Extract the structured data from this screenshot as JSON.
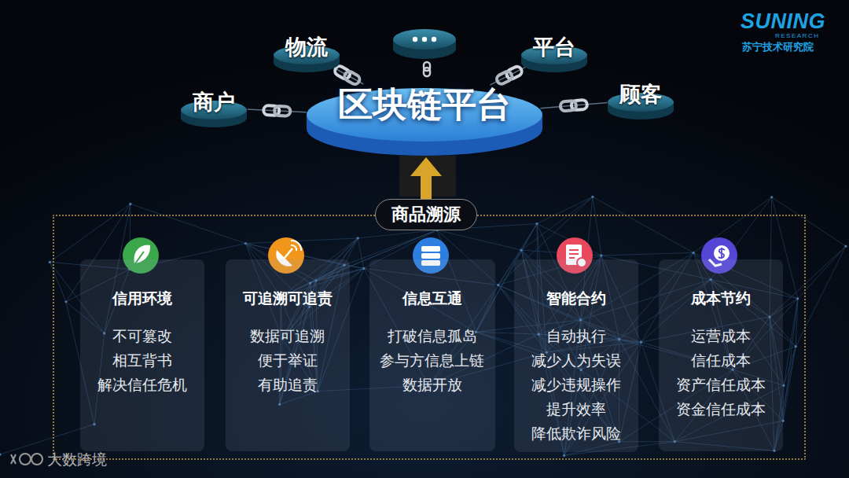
{
  "diagram": {
    "nodes": [
      {
        "text": [
          "区块链平台"
        ]
      },
      {
        "text": [
          "商户"
        ]
      },
      {
        "text": [
          "物流"
        ]
      },
      {
        "text": [
          "平台"
        ]
      },
      {
        "text": [
          "顾客"
        ]
      },
      {
        "text": [
          "商品溯源"
        ]
      },
      {
        "text": [
          "信用环境",
          "不可篡改 相互背书 解决信任危机"
        ],
        "in": 5
      },
      {
        "text": [
          "可追溯可追责",
          "数据可追溯 便于举证 有助追责"
        ],
        "in": 5
      },
      {
        "text": [
          "信息互通",
          "打破信息孤岛 参与方信息上链 数据开放"
        ],
        "in": 5
      },
      {
        "text": [
          "智能合约",
          "自动执行 减少人为失误 减少违规操作 提升效率 降低欺诈风险"
        ],
        "in": 5
      },
      {
        "text": [
          "成本节约",
          "运营成本 信任成本 资产信任成本 资金信任成本"
        ],
        "in": 5
      }
    ],
    "edges": [
      {
        "from": 1,
        "to": 0,
        "arrow": "none"
      },
      {
        "from": 2,
        "to": 0,
        "arrow": "none"
      },
      {
        "from": 3,
        "to": 0,
        "arrow": "none"
      },
      {
        "from": 4,
        "to": 0,
        "arrow": "none"
      },
      {
        "from": 5,
        "to": 0,
        "arrow": "to"
      }
    ],
    "labels": [
      "SUNING",
      "RESEARCH",
      "苏宁技术研究院",
      "大数跨境"
    ]
  }
}
